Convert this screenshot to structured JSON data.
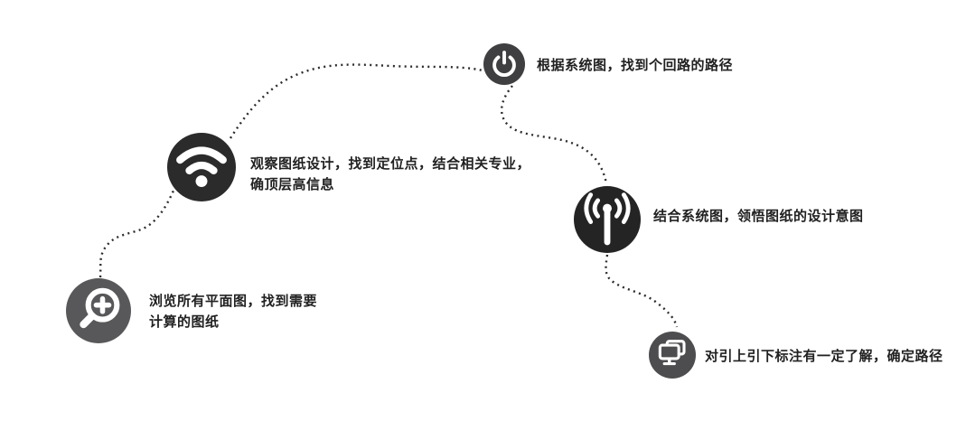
{
  "diagram": {
    "title_hint": "five-step drawing-reading process flow",
    "background_color": "#ffffff",
    "text_color": "#212121",
    "icon_color": "#ffffff",
    "connector": {
      "color": "#2b2b2b",
      "style": "dotted"
    },
    "steps": [
      {
        "order": 1,
        "icon": "zoom-in-magnifier-icon",
        "circle_color": "#58585a",
        "label": "浏览所有平面图，找到需要\n计算的图纸"
      },
      {
        "order": 2,
        "icon": "wifi-icon",
        "circle_color": "#2b2b2b",
        "label": "观察图纸设计，找到定位点，结合相关专业，\n确顶层高信息"
      },
      {
        "order": 3,
        "icon": "power-icon",
        "circle_color": "#3f3f41",
        "label": "根据系统图，找到个回路的路径"
      },
      {
        "order": 4,
        "icon": "broadcast-antenna-icon",
        "circle_color": "#242424",
        "label": "结合系统图，领悟图纸的设计意图"
      },
      {
        "order": 5,
        "icon": "dual-monitor-icon",
        "circle_color": "#4d4d4f",
        "label": "对引上引下标注有一定了解，确定路径"
      }
    ]
  }
}
